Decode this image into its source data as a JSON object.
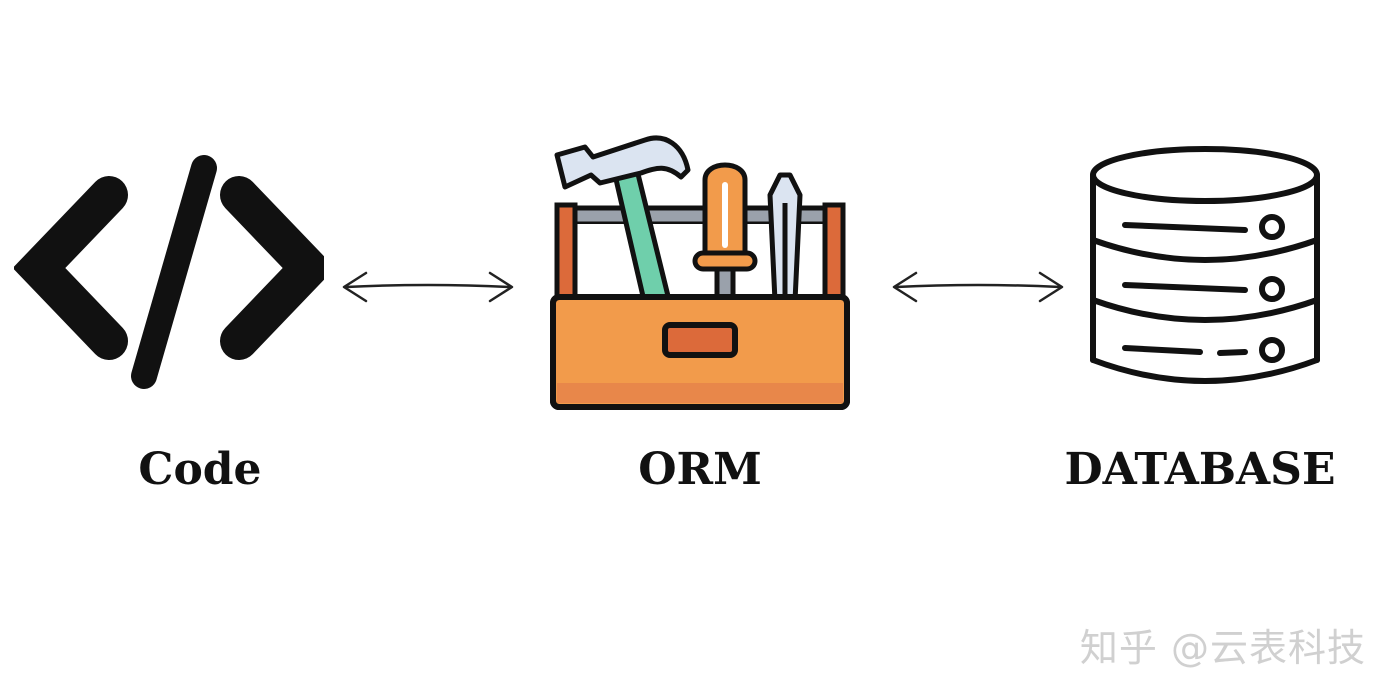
{
  "nodes": {
    "code": {
      "label": "Code",
      "icon": "code-brackets-icon"
    },
    "orm": {
      "label": "ORM",
      "icon": "toolbox-icon"
    },
    "database": {
      "label": "DATABASE",
      "icon": "database-icon"
    }
  },
  "edges": [
    {
      "from": "code",
      "to": "orm",
      "type": "bidirectional"
    },
    {
      "from": "orm",
      "to": "database",
      "type": "bidirectional"
    }
  ],
  "watermark": "知乎 @云表科技",
  "colors": {
    "outline": "#111111",
    "toolbox_orange": "#f29b4b",
    "toolbox_orange_dark": "#e8874a",
    "handle_red": "#dc6a3a",
    "hammer_head": "#dbe4f1",
    "hammer_handle": "#6fcfab",
    "screwdriver_handle": "#f29b4b",
    "tray_gray": "#9aa1ab",
    "background": "#ffffff"
  }
}
